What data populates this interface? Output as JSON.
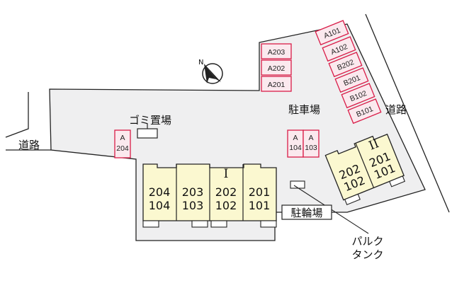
{
  "labels": {
    "road_left": "道路",
    "road_right": "道路",
    "parking": "駐車場",
    "garbage": "ゴミ置場",
    "bicycle": "駐輪場",
    "tank_line1": "パルク",
    "tank_line2": "タンク",
    "compass": "N",
    "building_one": "I",
    "building_two": "II"
  },
  "parking_lot_a": [
    "A203",
    "A202",
    "A201"
  ],
  "parking_lot_b": [
    "A101",
    "A102",
    "B202",
    "B201",
    "B102",
    "B101"
  ],
  "parking_single": [
    "A",
    "204"
  ],
  "parking_pair": [
    [
      "A",
      "104"
    ],
    [
      "A",
      "103"
    ]
  ],
  "building_one_units": [
    [
      "204",
      "104"
    ],
    [
      "203",
      "103"
    ],
    [
      "202",
      "102"
    ],
    [
      "201",
      "101"
    ]
  ],
  "building_two_units": [
    [
      "202",
      "102"
    ],
    [
      "201",
      "101"
    ]
  ],
  "colors": {
    "site": "#efeff0",
    "building": "#fbf8d0",
    "parking_fill": "#fbe9ee",
    "parking_border": "#d91c48",
    "outline": "#222222"
  }
}
